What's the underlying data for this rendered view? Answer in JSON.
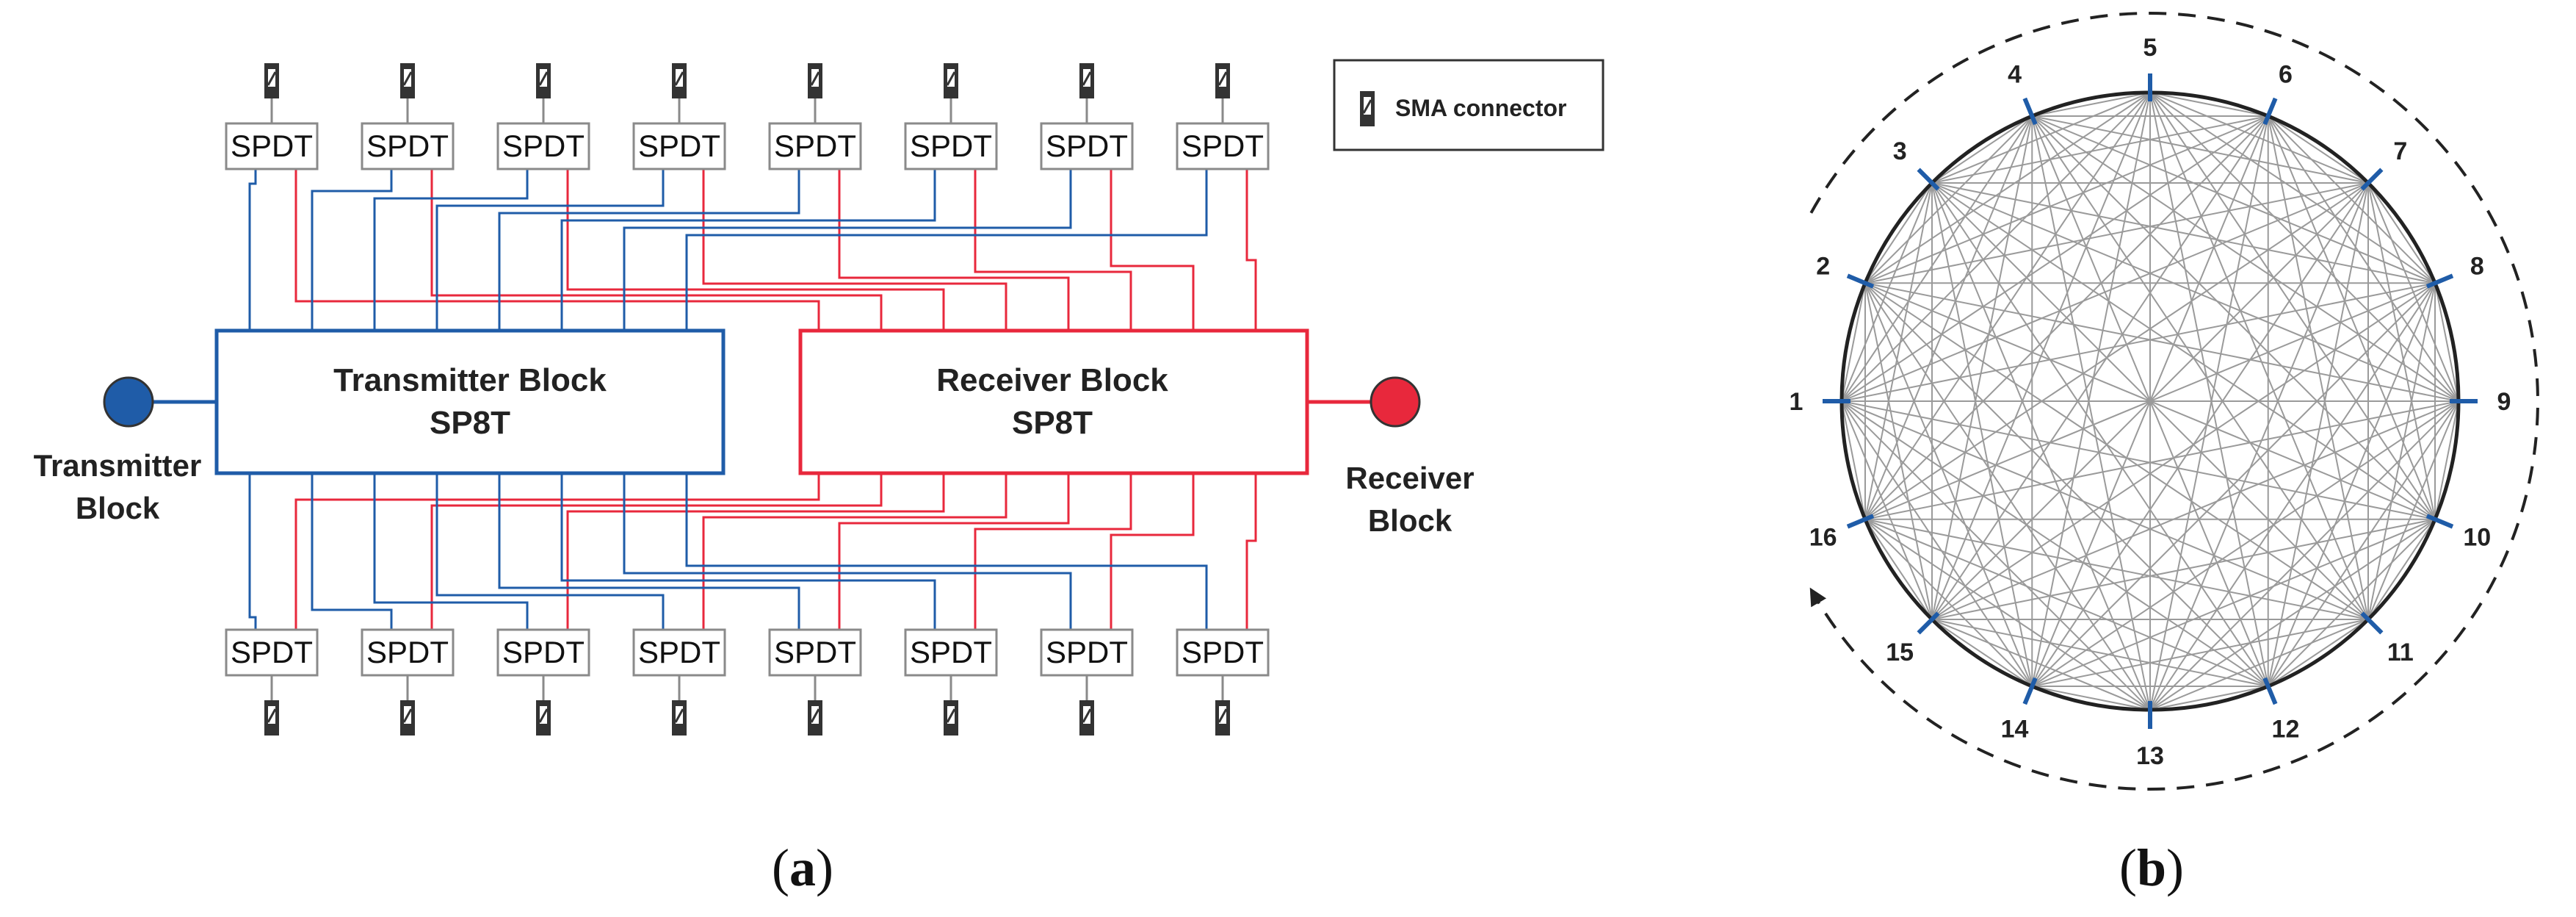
{
  "colors": {
    "transmitter": "#1f5ca8",
    "receiver": "#e8283c",
    "box_border": "#8a8a8a",
    "mesh": "#9a9a9a",
    "connector": "#333333"
  },
  "panel_a": {
    "caption_open": "(",
    "caption_letter": "a",
    "caption_close": ")",
    "spdt_label": "SPDT",
    "spdt_count_per_row": 8,
    "transmitter_block": {
      "line1": "Transmitter Block",
      "line2": "SP8T"
    },
    "receiver_block": {
      "line1": "Receiver Block",
      "line2": "SP8T"
    },
    "transmitter_port": {
      "line1": "Transmitter",
      "line2": "Block"
    },
    "receiver_port": {
      "line1": "Receiver",
      "line2": "Block"
    },
    "legend": {
      "label": "SMA connector",
      "icon": "sma-connector-icon"
    }
  },
  "panel_b": {
    "caption_open": "(",
    "caption_letter": "b",
    "caption_close": ")",
    "node_labels": [
      "1",
      "2",
      "3",
      "4",
      "5",
      "6",
      "7",
      "8",
      "9",
      "10",
      "11",
      "12",
      "13",
      "14",
      "15",
      "16"
    ]
  }
}
